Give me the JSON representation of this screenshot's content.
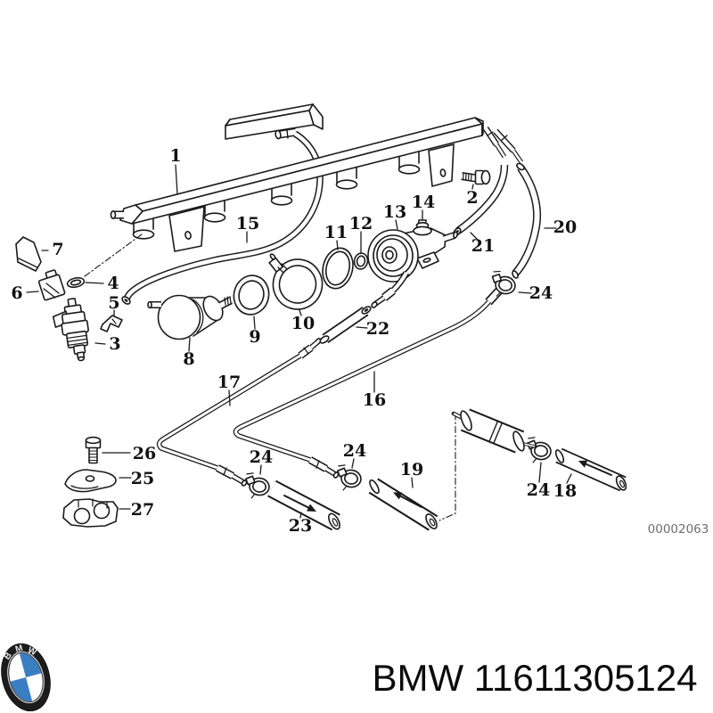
{
  "watermark": {
    "text": "00002063",
    "color": "#6e6e6e"
  },
  "footer": {
    "text": "BMW 11611305124",
    "brand": "BMW",
    "part_number": "11611305124"
  },
  "logo": {
    "name": "bmw-roundel",
    "letters": [
      "B",
      "M",
      "W"
    ],
    "ring_color": "#1c1c1c",
    "blue": "#3a7ec2",
    "white": "#ffffff"
  },
  "drawing": {
    "line_color": "#1a1a1a",
    "background": "#ffffff"
  },
  "callouts": {
    "n1": "1",
    "n2": "2",
    "n3": "3",
    "n4": "4",
    "n5": "5",
    "n6": "6",
    "n7": "7",
    "n8": "8",
    "n9": "9",
    "n10": "10",
    "n11": "11",
    "n12": "12",
    "n13": "13",
    "n14": "14",
    "n15": "15",
    "n16": "16",
    "n17": "17",
    "n18": "18",
    "n19": "19",
    "n20": "20",
    "n21": "21",
    "n22": "22",
    "n23": "23",
    "n24": "24",
    "n25": "25",
    "n26": "26",
    "n27": "27"
  }
}
